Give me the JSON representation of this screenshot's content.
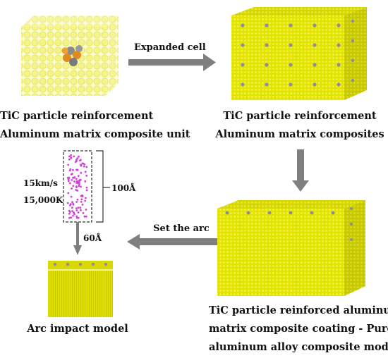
{
  "colors": {
    "matrix_yellow": "#e6e600",
    "matrix_shade": "#c9c900",
    "arrow_gray": "#7f7f7f",
    "particle_magenta": "#d040d8",
    "tic_dot": "#8f8c9a"
  },
  "steps": {
    "unit_caption_1": "TiC particle reinforcement",
    "unit_caption_2": "Aluminum matrix composite unit",
    "composite_caption_1": "TiC particle reinforcement",
    "composite_caption_2": "Aluminum matrix composites",
    "coating_caption_1": "TiC particle reinforced aluminum",
    "coating_caption_2": "matrix composite coating - Pure",
    "coating_caption_3": "aluminum alloy composite model",
    "impact_caption": "Arc impact model"
  },
  "arrows": {
    "expand_label": "Expanded cell",
    "arc_label": "Set the arc"
  },
  "arc_params": {
    "speed": "15km/s",
    "temperature": "15,000K",
    "height": "100Å",
    "gap": "60Å"
  }
}
